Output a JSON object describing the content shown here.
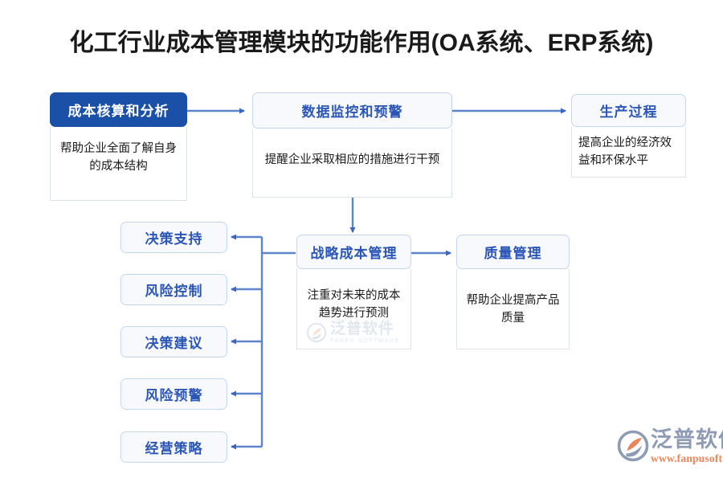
{
  "page": {
    "title": "化工行业成本管理模块的功能作用(OA系统、ERP系统)",
    "accent_blue": "#2b56b5",
    "solid_blue": "#1a50a8",
    "head_bg": "#f7f9fd",
    "border_blue": "#c3d6f0",
    "connector_blue": "#4a77c8",
    "logo_orange": "#e8865a"
  },
  "nodes": {
    "cost_accounting": {
      "title": "成本核算和分析",
      "desc": "帮助企业全面了解自身的成本结构"
    },
    "data_monitor": {
      "title": "数据监控和预警",
      "desc": "提醒企业采取相应的措施进行干预"
    },
    "production": {
      "title": "生产过程",
      "desc": "提高企业的经济效益和环保水平"
    },
    "strategic_cost": {
      "title": "战略成本管理",
      "desc": "注重对未来的成本趋势进行预测"
    },
    "quality": {
      "title": "质量管理",
      "desc": "帮助企业提高产品质量"
    }
  },
  "branches": [
    {
      "label": "决策支持"
    },
    {
      "label": "风险控制"
    },
    {
      "label": "决策建议"
    },
    {
      "label": "风险预警"
    },
    {
      "label": "经营策略"
    }
  ],
  "watermark": {
    "cn": "泛普软件",
    "en": "FANPU SOFTWARE"
  },
  "logo": {
    "cn": "泛普软件",
    "url": "www.fanpusoft.com"
  }
}
